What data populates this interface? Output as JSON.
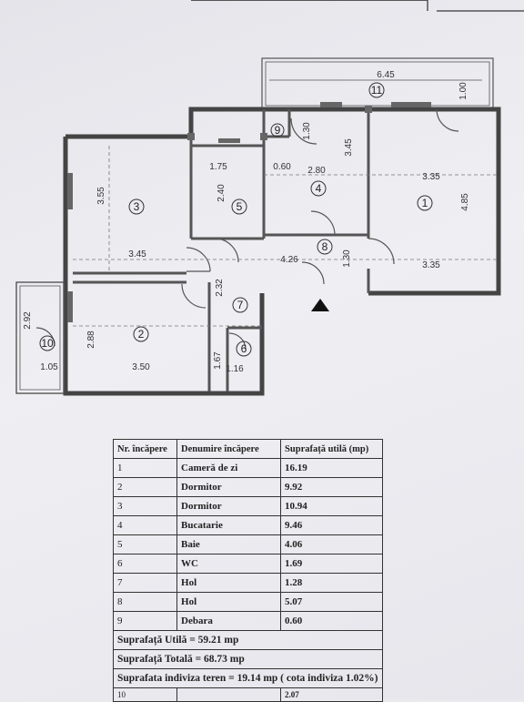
{
  "plan": {
    "rooms": [
      "1",
      "2",
      "3",
      "4",
      "5",
      "6",
      "7",
      "8",
      "9",
      "10",
      "11"
    ],
    "dimensions": [
      "6.45",
      "1.00",
      "1.30",
      "3.45",
      "0.60",
      "2.80",
      "1.75",
      "3.35",
      "4.85",
      "3.55",
      "2.40",
      "3.45",
      "4.26",
      "1.30",
      "3.35",
      "2.32",
      "2.92",
      "2.88",
      "1.05",
      "3.50",
      "1.67",
      "1.16"
    ]
  },
  "table": {
    "headers": [
      "Nr. încăpere",
      "Denumire încăpere",
      "Suprafață utilă (mp)"
    ],
    "rows": [
      {
        "nr": "1",
        "name": "Cameră de zi",
        "area": "16.19"
      },
      {
        "nr": "2",
        "name": "Dormitor",
        "area": "9.92"
      },
      {
        "nr": "3",
        "name": "Dormitor",
        "area": "10.94"
      },
      {
        "nr": "4",
        "name": "Bucatarie",
        "area": "9.46"
      },
      {
        "nr": "5",
        "name": "Baie",
        "area": "4.06"
      },
      {
        "nr": "6",
        "name": "WC",
        "area": "1.69"
      },
      {
        "nr": "7",
        "name": "Hol",
        "area": "1.28"
      },
      {
        "nr": "8",
        "name": "Hol",
        "area": "5.07"
      },
      {
        "nr": "9",
        "name": "Debara",
        "area": "0.60"
      }
    ],
    "summary_util": "Suprafață Utilă = 59.21 mp",
    "summary_totala": "Suprafață Totală = 68.73 mp",
    "summary_teren": "Suprafata indiviza teren = 19.14 mp ( cota indiviza 1.02%)",
    "cut_nr": "10",
    "cut_area": "2.07"
  }
}
